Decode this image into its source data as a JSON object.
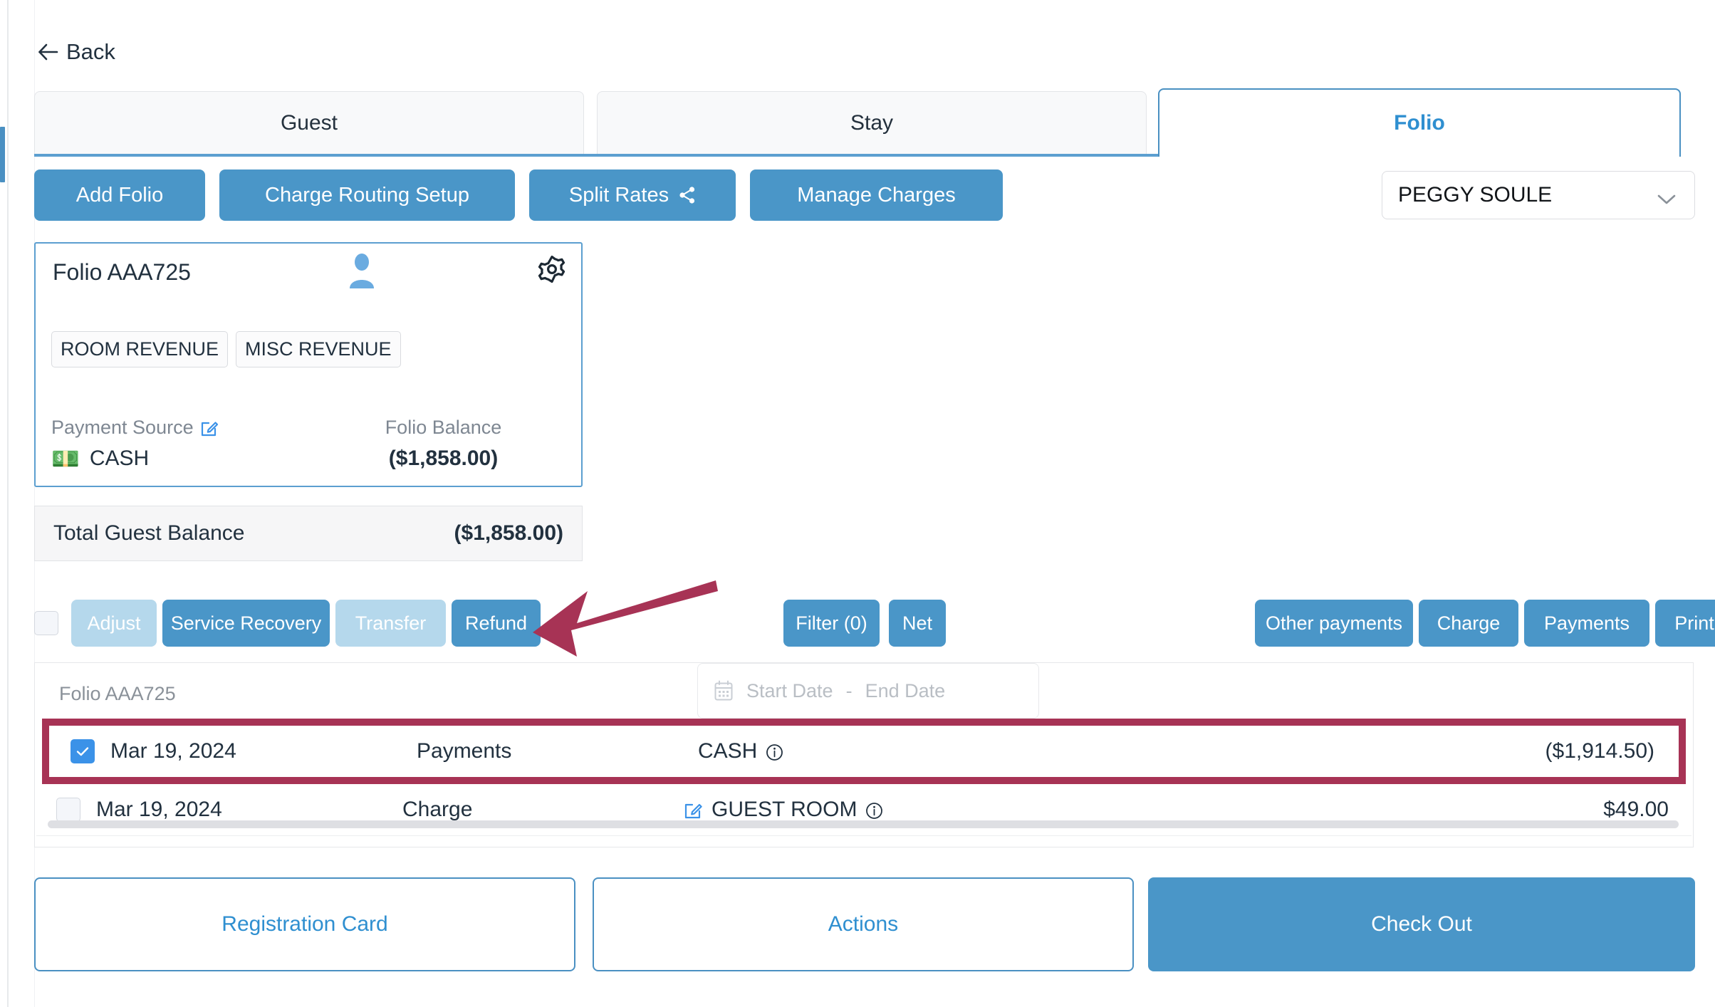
{
  "nav": {
    "back_label": "Back",
    "back_icon": "left-arrow-icon"
  },
  "tabs": [
    {
      "id": "guest",
      "label": "Guest",
      "active": false
    },
    {
      "id": "stay",
      "label": "Stay",
      "active": false
    },
    {
      "id": "folio",
      "label": "Folio",
      "active": true
    }
  ],
  "toolbar": {
    "add_folio": "Add Folio",
    "charge_routing_setup": "Charge Routing Setup",
    "split_rates": "Split Rates",
    "split_rates_icon": "share-icon",
    "manage_charges": "Manage Charges"
  },
  "guest_select": {
    "value": "PEGGY SOULE",
    "caret_icon": "chevron-down-icon"
  },
  "folio_card": {
    "title": "Folio AAA725",
    "person_icon": "person-icon",
    "gear_icon": "gear-icon",
    "chips": [
      "ROOM REVENUE",
      "MISC REVENUE"
    ],
    "payment_source_label": "Payment Source",
    "payment_source_edit_icon": "edit-icon",
    "payment_source_icon": "cash-banknote-icon",
    "payment_source_value": "CASH",
    "folio_balance_label": "Folio Balance",
    "folio_balance_value": "($1,858.00)"
  },
  "total_balance": {
    "label": "Total Guest Balance",
    "value": "($1,858.00)"
  },
  "actions": {
    "adjust": "Adjust",
    "service_recovery": "Service Recovery",
    "transfer": "Transfer",
    "refund": "Refund",
    "filter": "Filter (0)",
    "net": "Net",
    "other_payments": "Other payments",
    "charge": "Charge",
    "payments": "Payments",
    "print": "Print"
  },
  "table": {
    "title": "Folio AAA725",
    "calendar_icon": "calendar-icon",
    "start_date_placeholder": "Start Date",
    "date_separator": "-",
    "end_date_placeholder": "End Date",
    "rows": [
      {
        "checked": true,
        "highlighted": true,
        "date": "Mar 19, 2024",
        "type": "Payments",
        "description": "CASH",
        "info_icon": "info-icon",
        "has_edit_icon": false,
        "amount": "($1,914.50)"
      },
      {
        "checked": false,
        "highlighted": false,
        "date": "Mar 19, 2024",
        "type": "Charge",
        "description": "GUEST ROOM",
        "info_icon": "info-icon",
        "has_edit_icon": true,
        "edit_icon": "edit-icon",
        "amount": "$49.00"
      }
    ]
  },
  "footer": {
    "registration_card": "Registration Card",
    "actions": "Actions",
    "check_out": "Check Out"
  },
  "colors": {
    "primary_blue": "#4a96c8",
    "active_tab_blue": "#2f8fd0",
    "disabled_blue": "#b5d8ec",
    "annotation_crimson": "#a73355",
    "checkbox_checked": "#3b92e8"
  },
  "annotation": {
    "arrow_icon": "annotation-arrow-icon",
    "color": "#a73355"
  }
}
